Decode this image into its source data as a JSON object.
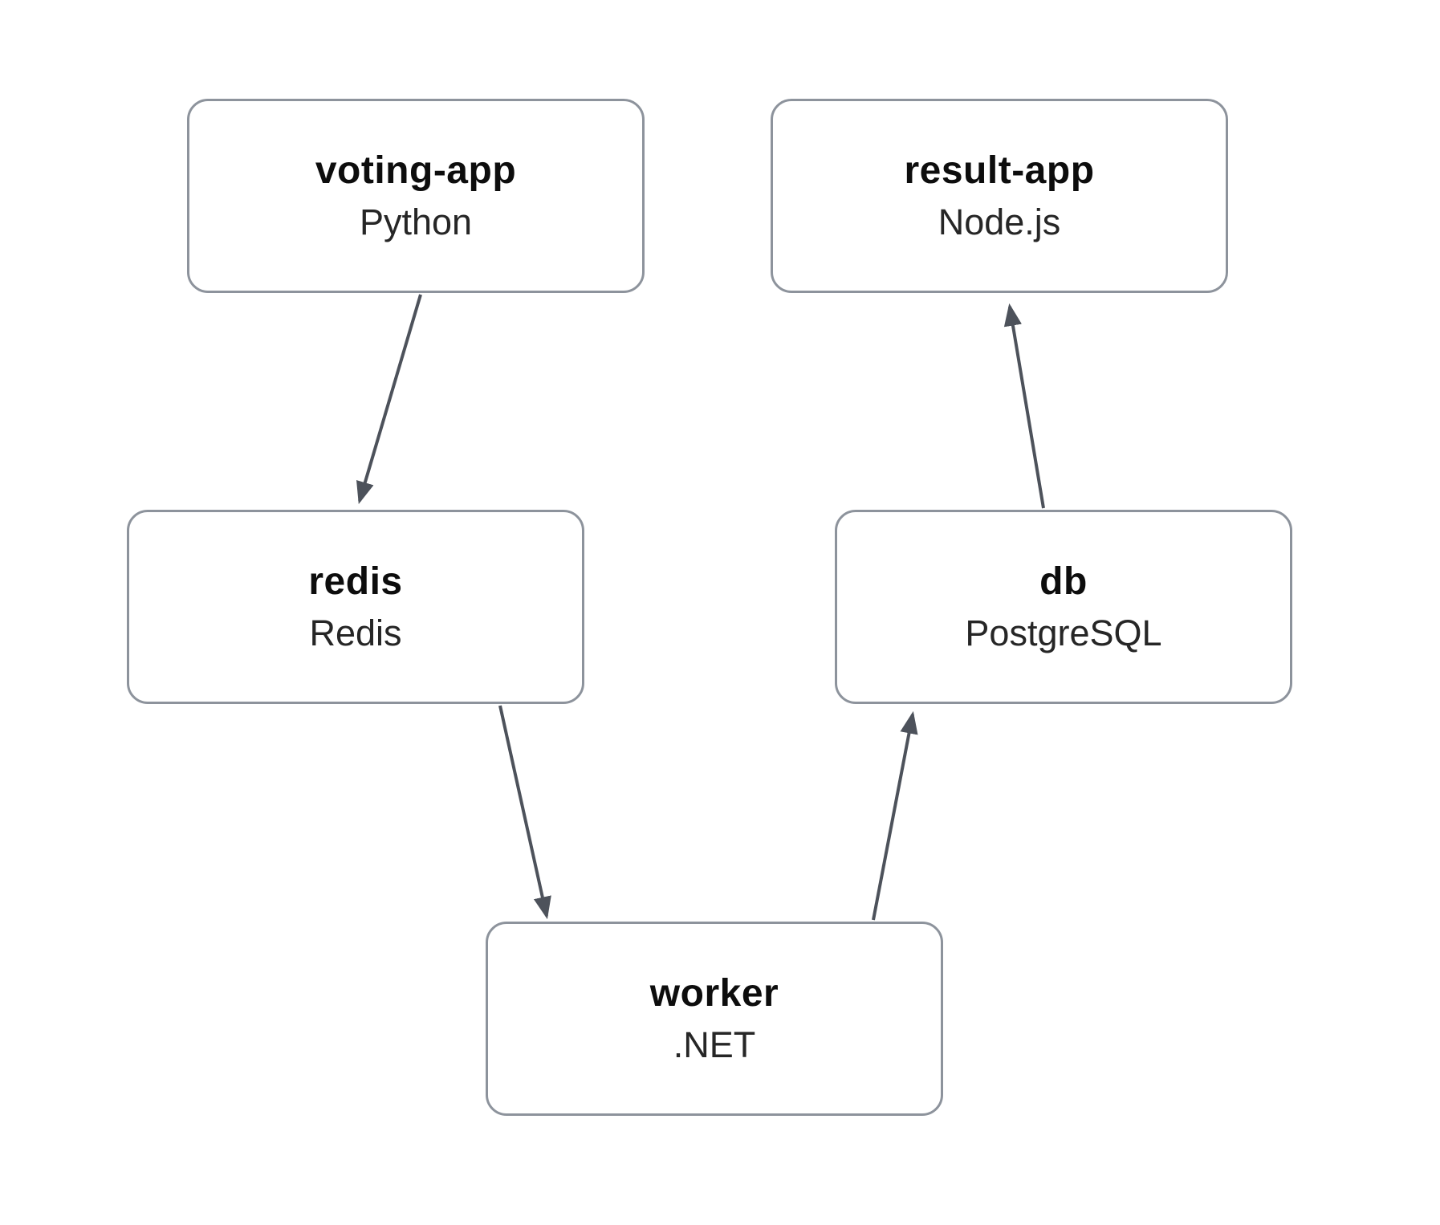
{
  "diagram": {
    "nodes": {
      "voting_app": {
        "name": "voting-app",
        "tech": "Python"
      },
      "result_app": {
        "name": "result-app",
        "tech": "Node.js"
      },
      "redis": {
        "name": "redis",
        "tech": "Redis"
      },
      "db": {
        "name": "db",
        "tech": "PostgreSQL"
      },
      "worker": {
        "name": "worker",
        "tech": ".NET"
      }
    },
    "edges": [
      {
        "from": "voting-app",
        "to": "redis"
      },
      {
        "from": "redis",
        "to": "worker"
      },
      {
        "from": "worker",
        "to": "db"
      },
      {
        "from": "db",
        "to": "result-app"
      }
    ],
    "colors": {
      "background": "#ffffff",
      "border": "#8d939c",
      "arrow": "#4d525b",
      "title": "#0d0d0d",
      "subtitle": "#262626"
    }
  }
}
